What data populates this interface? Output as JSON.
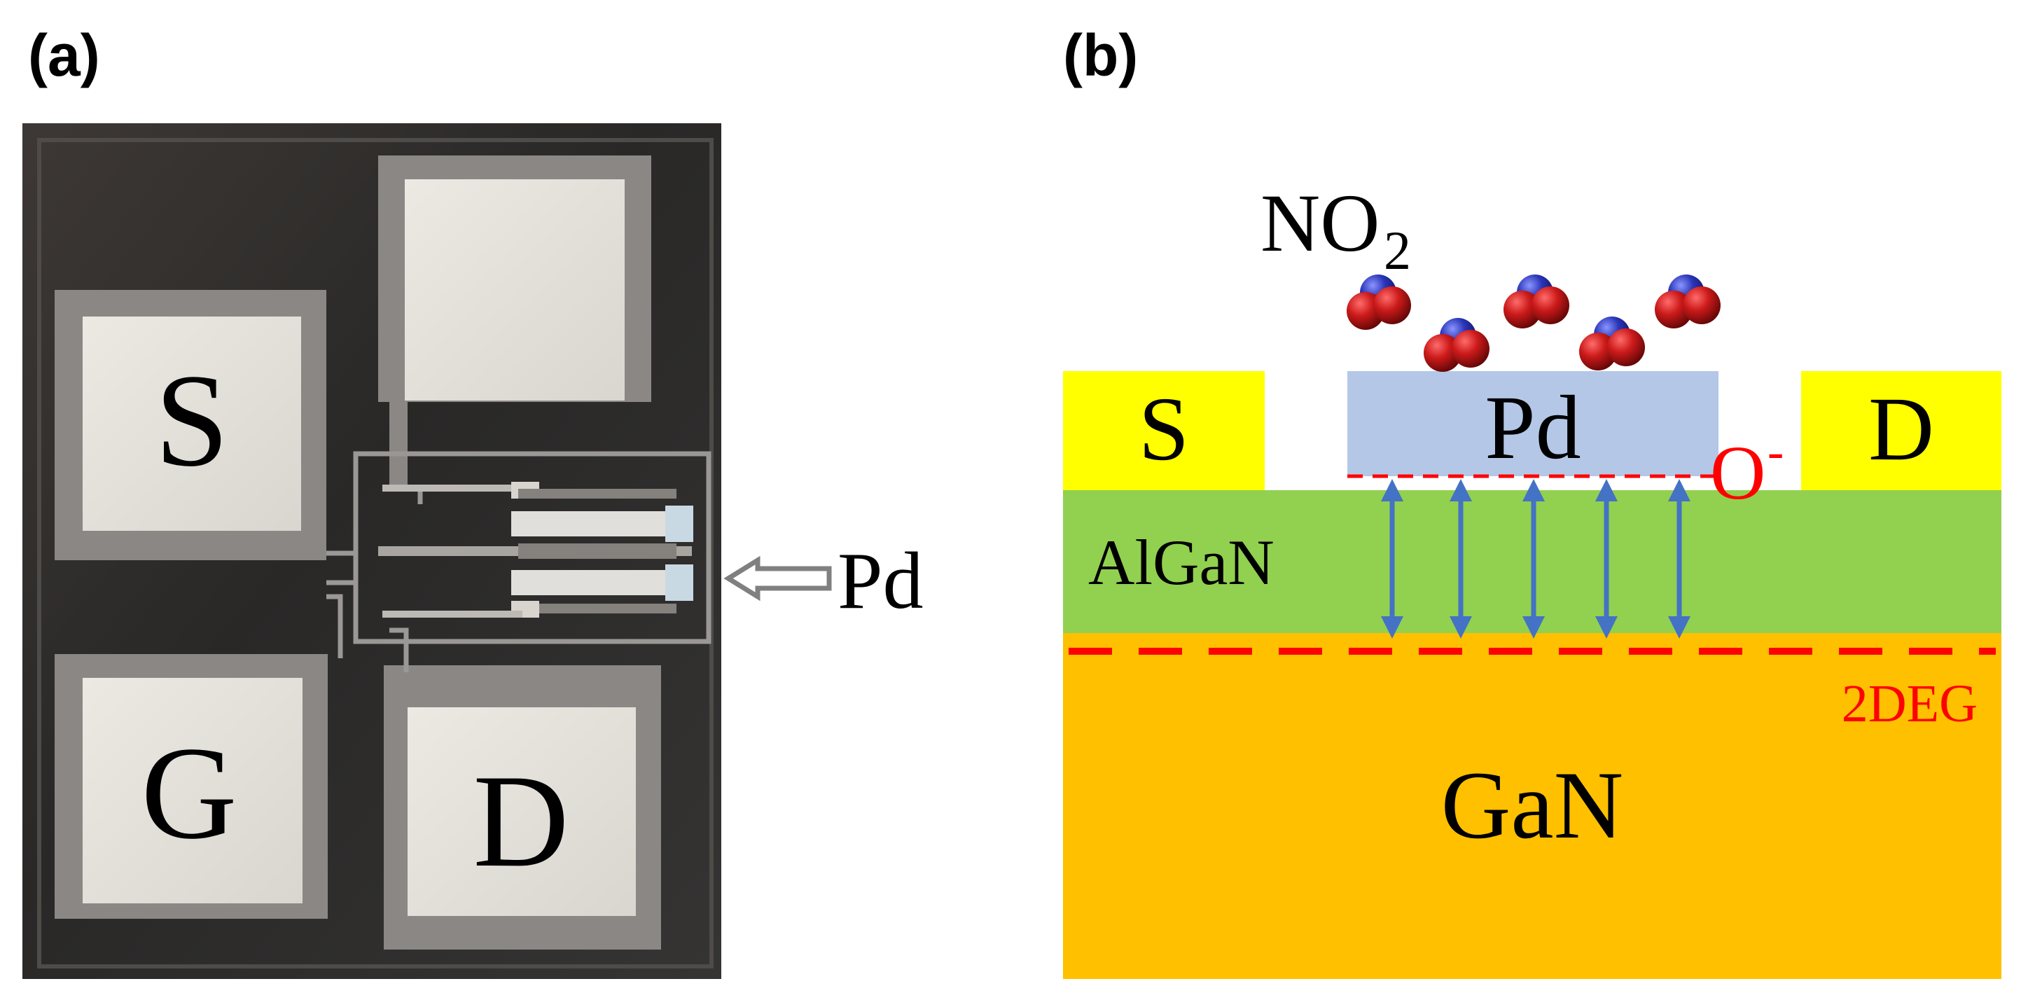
{
  "panel_a": {
    "label": "(a)",
    "pads": {
      "source": "S",
      "gate": "G",
      "drain": "D"
    },
    "pointer_label": "Pd"
  },
  "panel_b": {
    "label": "(b)",
    "gas": {
      "text": "NO",
      "subscript": "2"
    },
    "contacts": {
      "source": "S",
      "drain": "D"
    },
    "gate_metal": "Pd",
    "ion": {
      "text": "O",
      "superscript": "-"
    },
    "layers": {
      "barrier": "AlGaN",
      "buffer": "GaN"
    },
    "channel": "2DEG"
  },
  "colors": {
    "contact": "#ffff00",
    "pd": "#b4c7e7",
    "algan": "#92d050",
    "gan": "#ffc000",
    "dashed_line": "#ff0000",
    "arrow": "#4472c4",
    "oxygen_atom": "#cc1a1a",
    "nitrogen_atom": "#2a35b8"
  }
}
